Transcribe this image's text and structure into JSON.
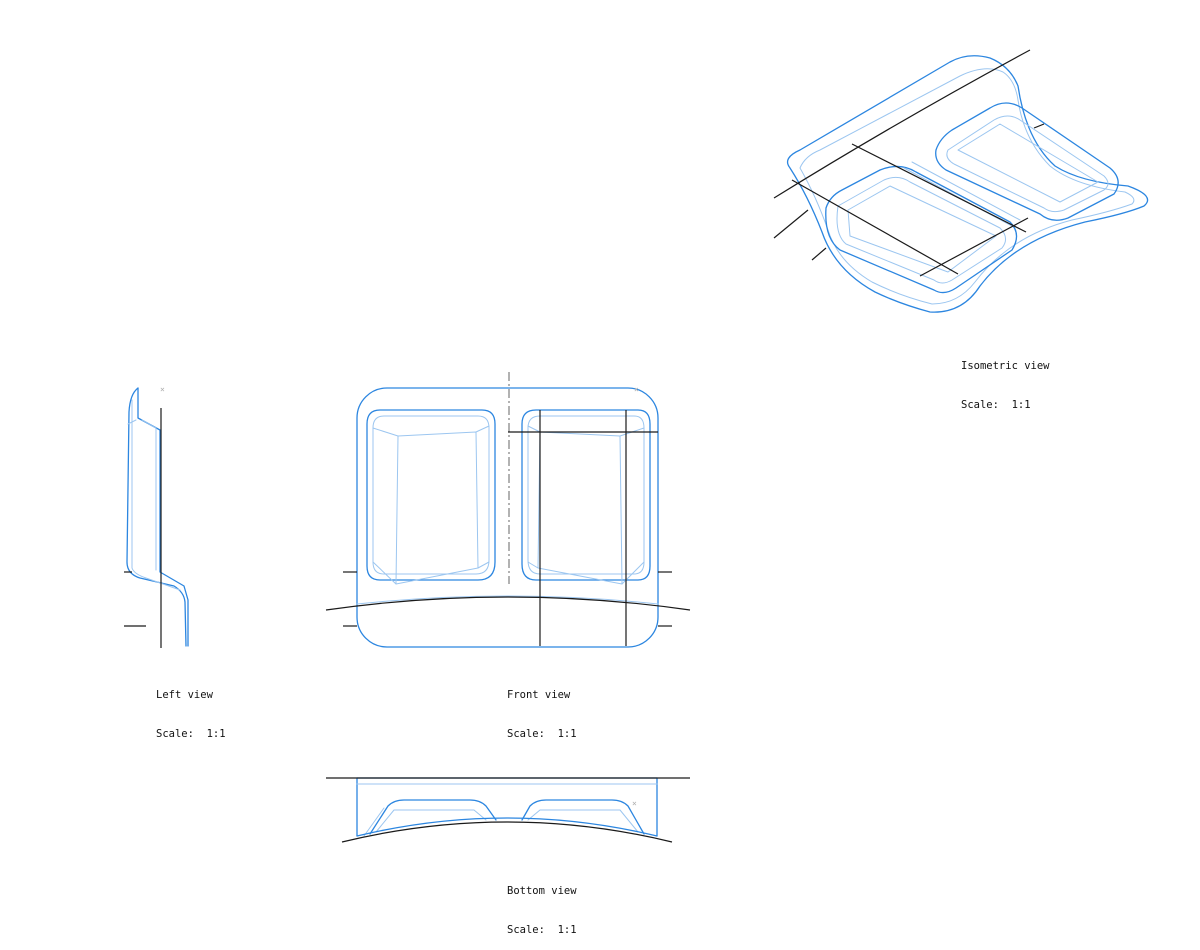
{
  "colors": {
    "outline": "#2c86e0",
    "tangent_edge": "#9cc6f0",
    "construction": "#1a1a1a",
    "background": "#ffffff"
  },
  "views": {
    "isometric": {
      "name": "Isometric view",
      "scale": "Scale:  1:1"
    },
    "left": {
      "name": "Left view",
      "scale": "Scale:  1:1"
    },
    "front": {
      "name": "Front view",
      "scale": "Scale:  1:1"
    },
    "bottom": {
      "name": "Bottom view",
      "scale": "Scale:  1:1"
    }
  }
}
